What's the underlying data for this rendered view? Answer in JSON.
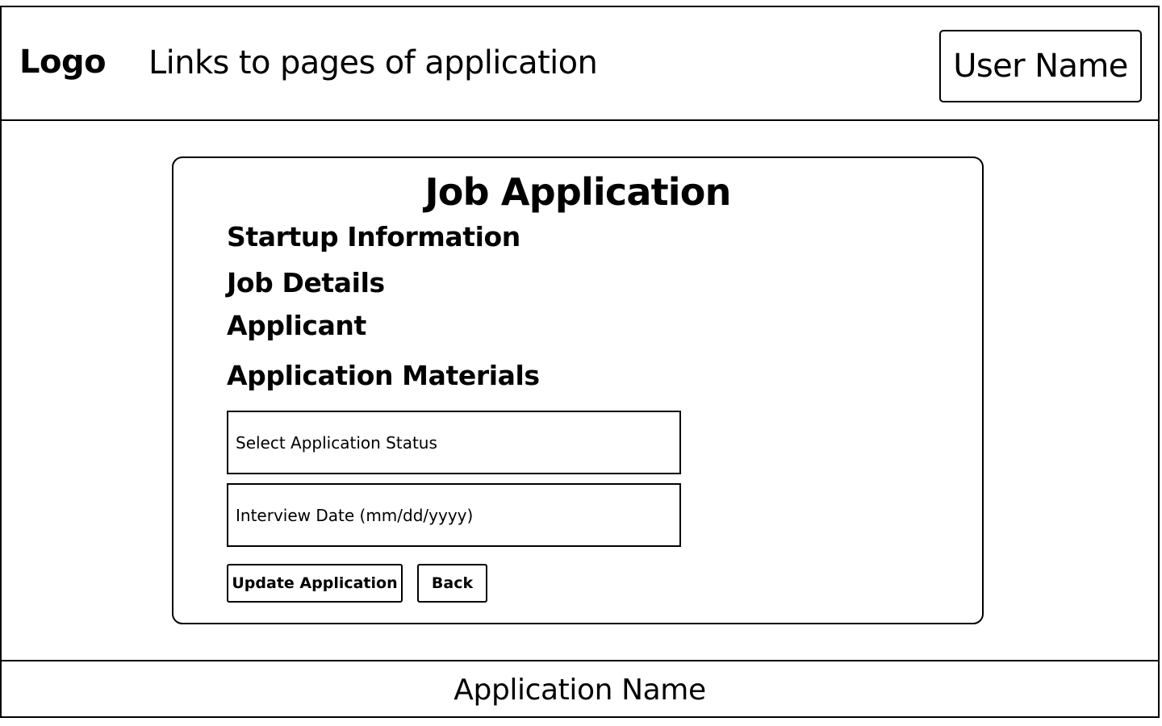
{
  "header": {
    "logo": "Logo",
    "nav_links": "Links to pages of application",
    "user_name": "User Name"
  },
  "card": {
    "title": "Job Application",
    "sections": [
      "Startup Information",
      "Job Details",
      "Applicant",
      "Application Materials"
    ],
    "status_select": {
      "placeholder": "Select Application Status"
    },
    "interview_date": {
      "placeholder": "Interview Date (mm/dd/yyyy)"
    },
    "buttons": {
      "update": "Update Application",
      "back": "Back"
    }
  },
  "footer": {
    "app_name": "Application Name"
  }
}
